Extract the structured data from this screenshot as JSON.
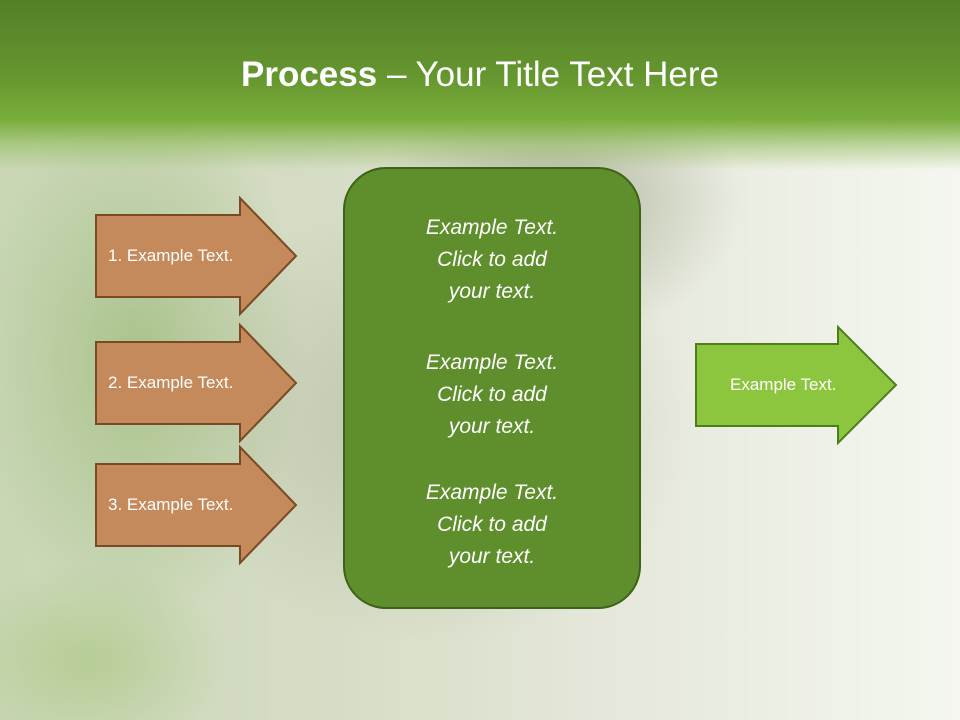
{
  "slide": {
    "title_bold": "Process",
    "title_rest": " – Your Title Text Here"
  },
  "steps": [
    {
      "label": "1. Example Text."
    },
    {
      "label": "2. Example Text."
    },
    {
      "label": "3. Example Text."
    }
  ],
  "center_box": {
    "blocks": [
      {
        "line1": "Example Text.",
        "line2": "Click  to add",
        "line3": "your text."
      },
      {
        "line1": "Example Text.",
        "line2": "Click  to add",
        "line3": "your text."
      },
      {
        "line1": "Example Text.",
        "line2": "Click  to add",
        "line3": "your text."
      }
    ]
  },
  "result_arrow": {
    "label": "Example Text."
  },
  "colors": {
    "header_green": "#65962f",
    "step_arrow_fill": "#c48a5c",
    "step_arrow_stroke": "#7a4a25",
    "center_box_fill": "#5f8f2d",
    "center_box_stroke": "#3d6218",
    "result_arrow_fill": "#8cc63f",
    "result_arrow_stroke": "#4f7d1c"
  }
}
